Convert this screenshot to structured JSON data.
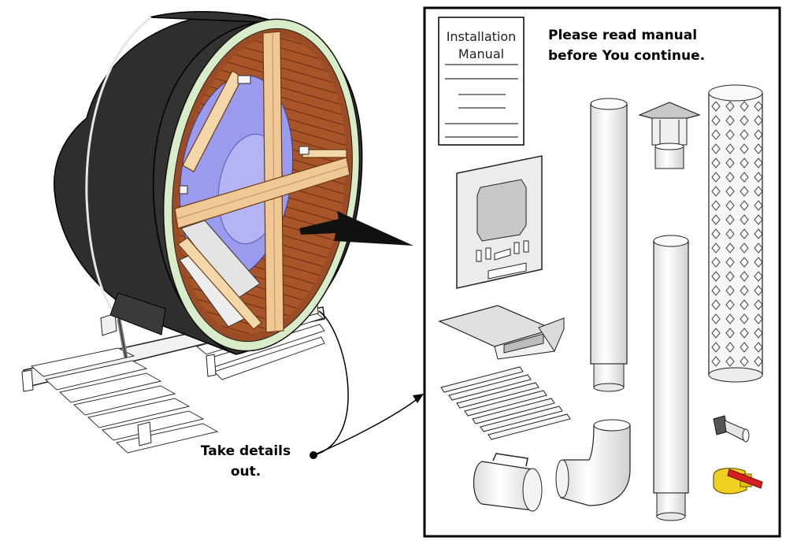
{
  "manual": {
    "line1": "Installation",
    "line2": "Manual"
  },
  "notice": {
    "line1": "Please read manual",
    "line2": "before You continue."
  },
  "callout": {
    "line1": "Take details",
    "line2": "out."
  },
  "colors": {
    "cover": "#2e2e2e",
    "wood_light": "#efc896",
    "wood_dark": "#9a4a22",
    "interior_blue": "#9a9aee",
    "frame": "#000000",
    "handle_red": "#d42020",
    "valve_yellow": "#f0d020"
  }
}
